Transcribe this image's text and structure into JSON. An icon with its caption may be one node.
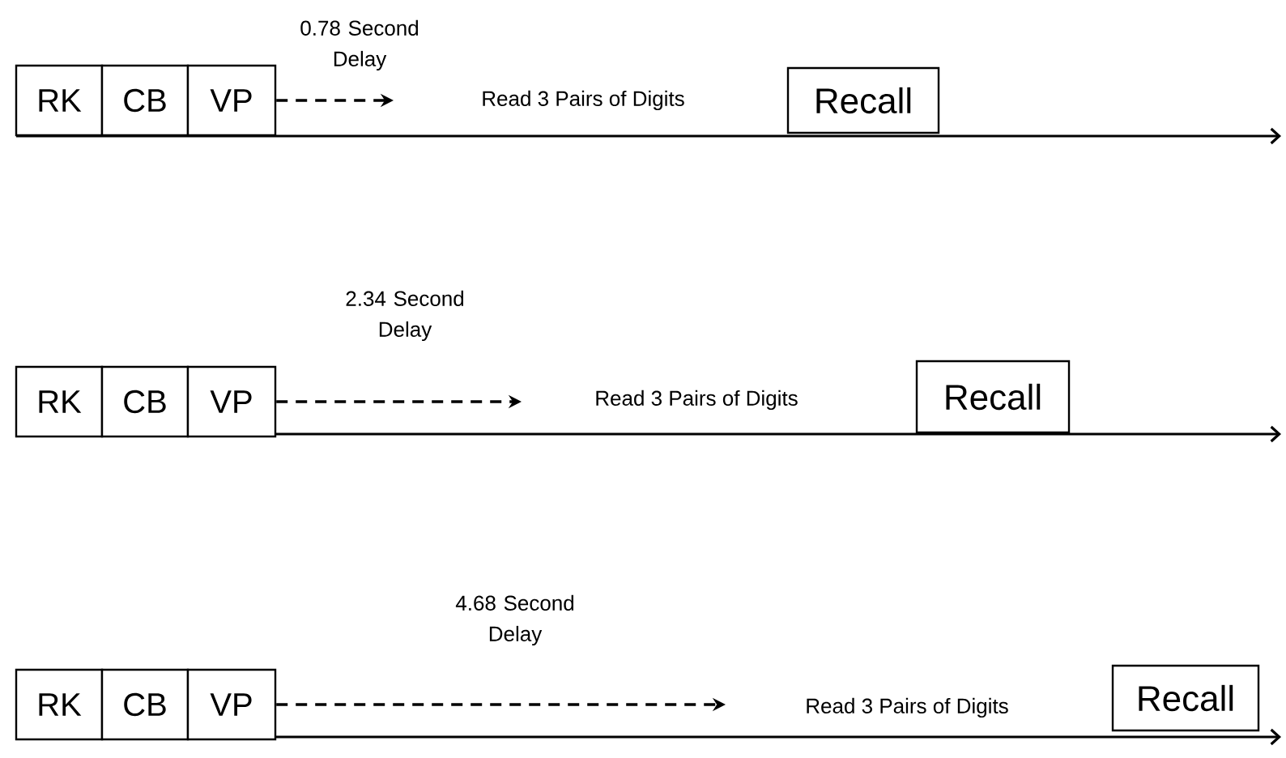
{
  "diagram": {
    "nodes": [
      {
        "text": [
          "RK"
        ]
      },
      {
        "text": [
          "CB"
        ]
      },
      {
        "text": [
          "VP"
        ]
      },
      {
        "text": [
          "Recall"
        ]
      },
      {
        "text": [
          "RK"
        ]
      },
      {
        "text": [
          "CB"
        ]
      },
      {
        "text": [
          "VP"
        ]
      },
      {
        "text": [
          "Recall"
        ]
      },
      {
        "text": [
          "RK"
        ]
      },
      {
        "text": [
          "CB"
        ]
      },
      {
        "text": [
          "VP"
        ]
      },
      {
        "text": [
          "Recall"
        ]
      }
    ],
    "edges": [
      {
        "from": 2,
        "to": null,
        "arrow": "to",
        "style": "dashed",
        "label": "0.78 Second Delay"
      },
      {
        "from": 6,
        "to": null,
        "arrow": "to",
        "style": "dashed",
        "label": "2.34 Second Delay"
      },
      {
        "from": 10,
        "to": null,
        "arrow": "to",
        "style": "dashed",
        "label": "4.68 Second Delay"
      }
    ],
    "labels": [
      "Read 3 Pairs of Digits",
      "Read 3 Pairs of Digits",
      "Read 3 Pairs of Digits"
    ]
  }
}
